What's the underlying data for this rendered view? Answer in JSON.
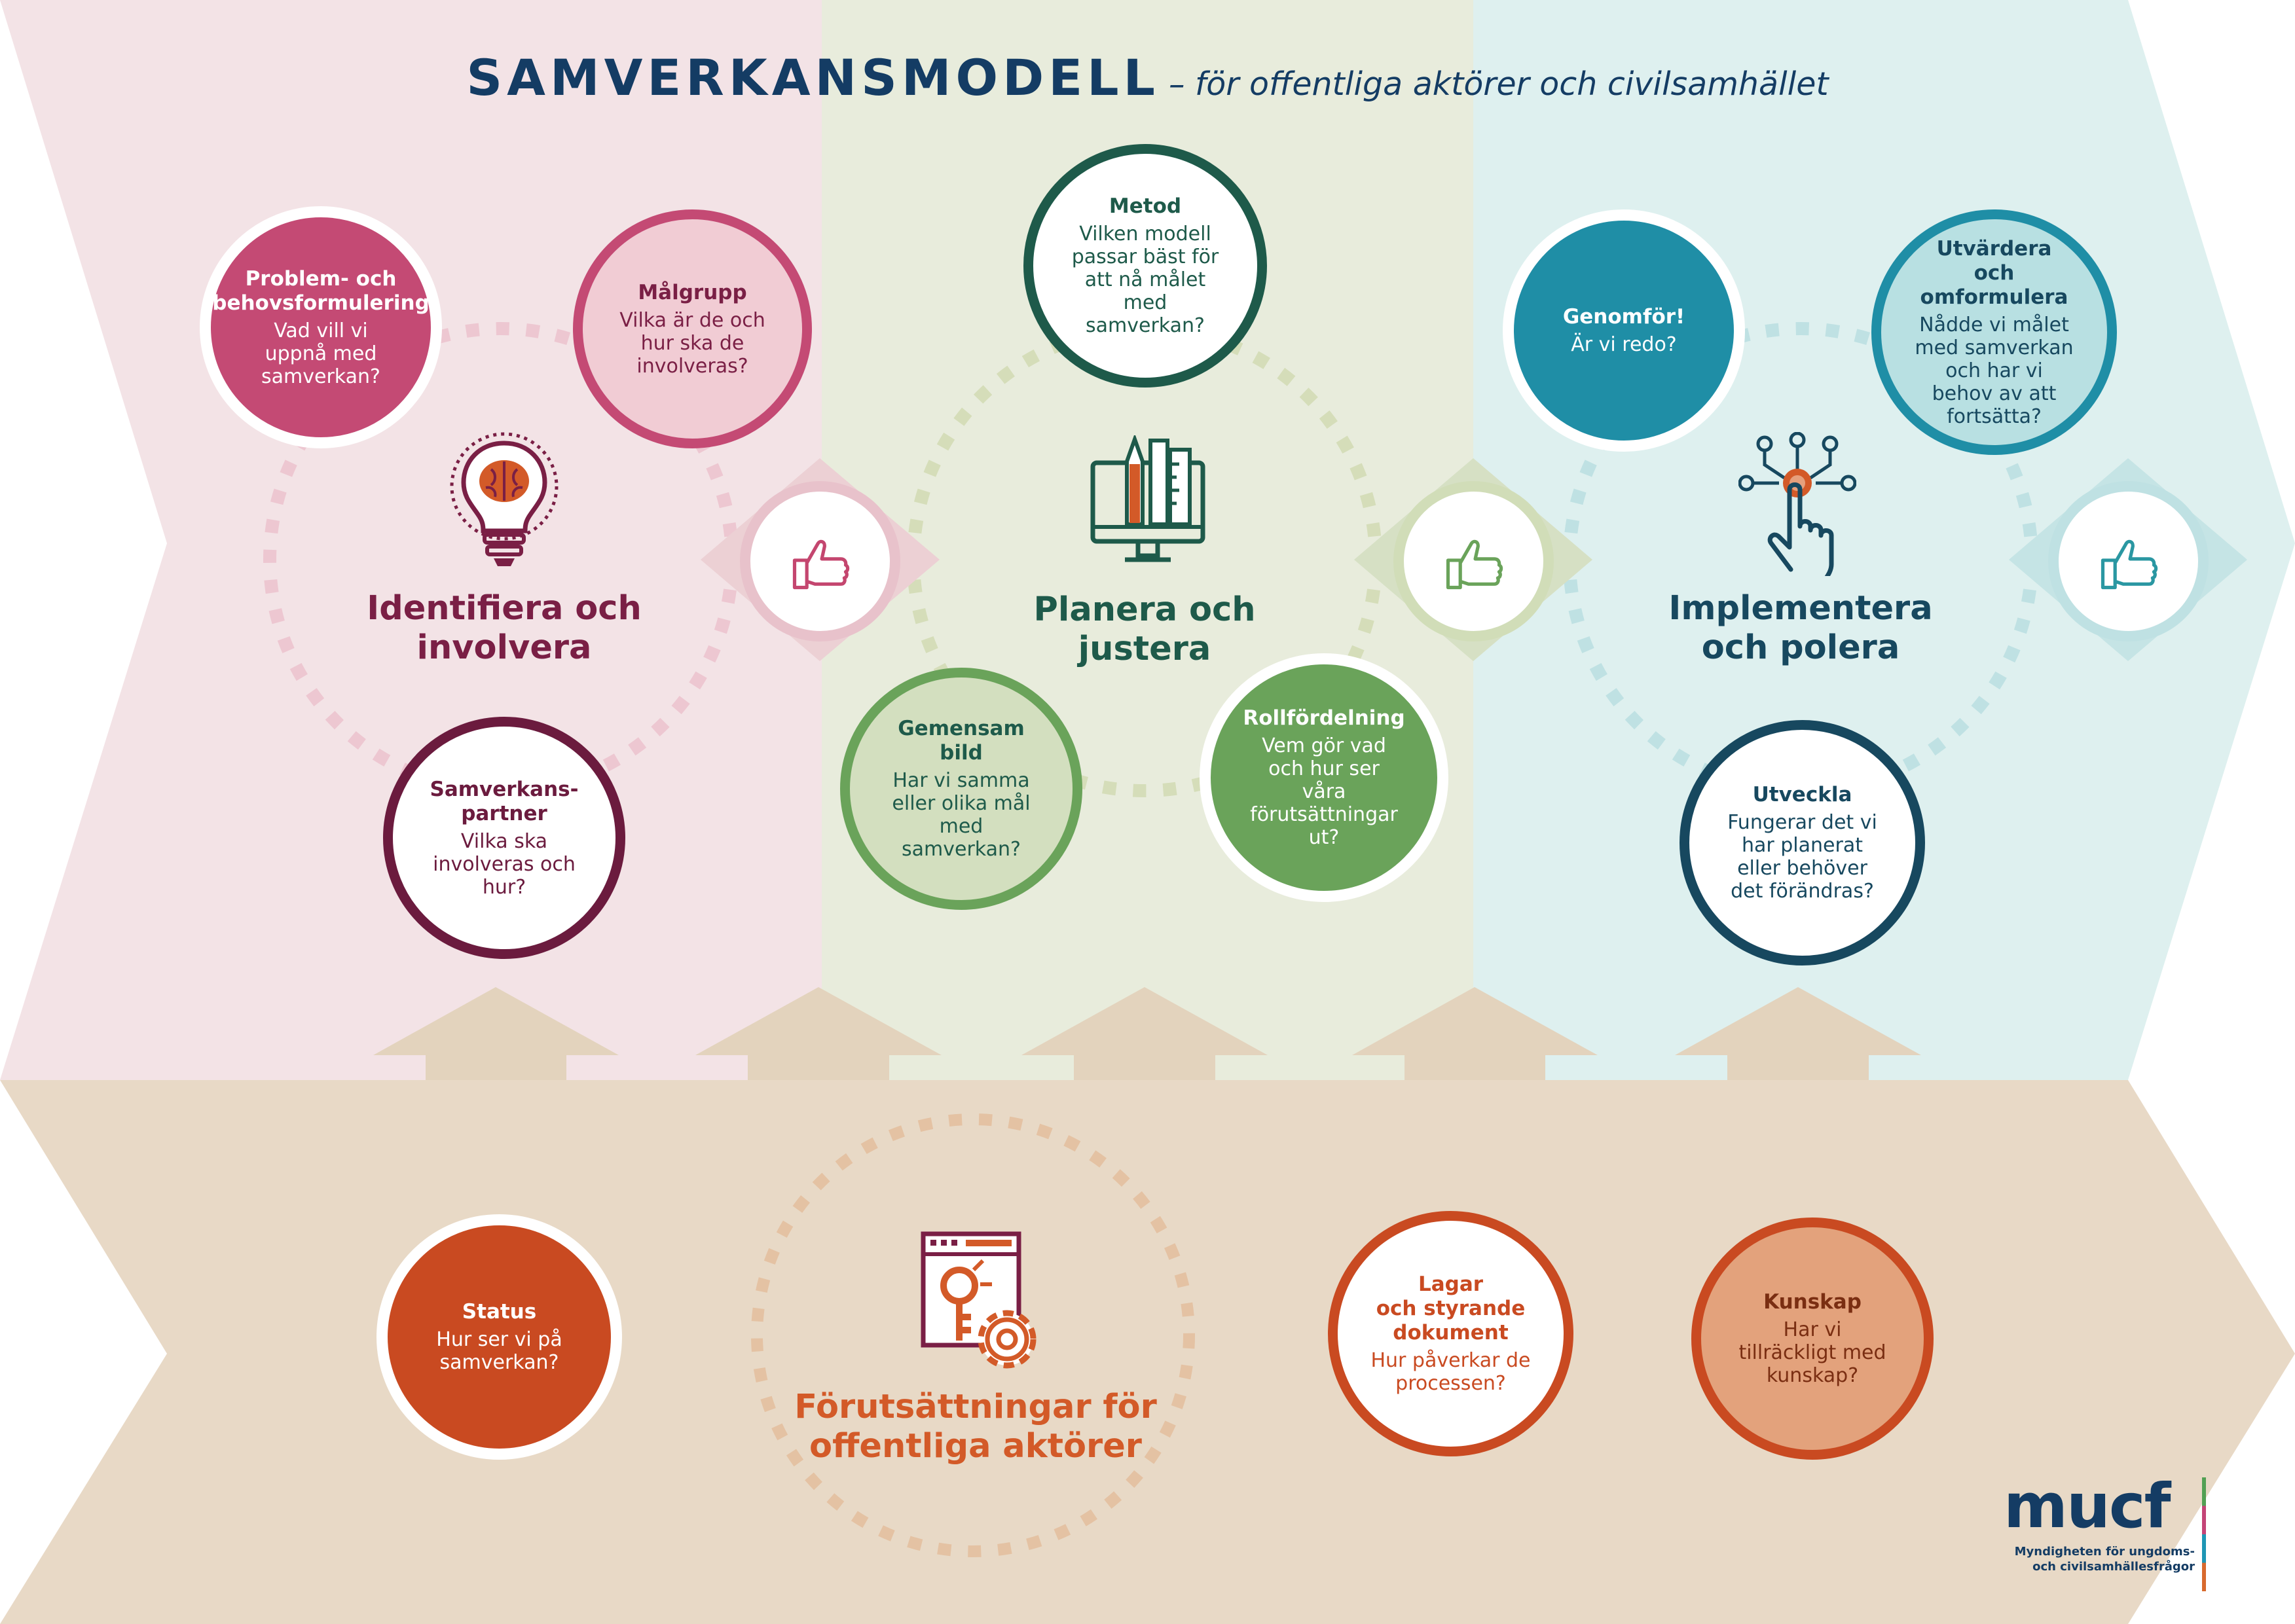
{
  "title": {
    "main": "SAMVERKANSMODELL",
    "sub": "– för offentliga aktörer och civilsamhället"
  },
  "colors": {
    "pink_bg": "#f3e3e6",
    "green_bg": "#e8ecdc",
    "teal_bg": "#def0ef",
    "beige_bg": "#e8d9c6",
    "arrow_up": "#e3d3bd",
    "navy": "#143c64",
    "plum": "#7a1f45",
    "dark_green": "#1e5a4a",
    "teal_dark": "#17485f",
    "orange": "#d35a28"
  },
  "phases": {
    "identify": "Identifiera och\ninvolvera",
    "plan": "Planera och\njustera",
    "implement": "Implementera\noch polera",
    "prereq": "Förutsättningar för\noffentliga aktörer"
  },
  "circles": {
    "problem": {
      "heading": "Problem- och behovsformulering",
      "question": "Vad vill vi uppnå med samverkan?"
    },
    "malgrupp": {
      "heading": "Målgrupp",
      "question": "Vilka är de och hur ska de involveras?"
    },
    "partner": {
      "heading": "Samverkans-\npartner",
      "question": "Vilka ska involveras och hur?"
    },
    "metod": {
      "heading": "Metod",
      "question": "Vilken modell passar bäst för att nå målet med samverkan?"
    },
    "gemensam": {
      "heading": "Gemensam\nbild",
      "question": "Har vi samma eller olika mål med samverkan?"
    },
    "roll": {
      "heading": "Rollfördelning",
      "question": "Vem gör vad och hur ser våra förutsättningar ut?"
    },
    "genomfor": {
      "heading": "Genomför!",
      "question": "Är vi redo?"
    },
    "utvardera": {
      "heading": "Utvärdera\noch omformulera",
      "question": "Nådde vi målet med samverkan och har vi behov av att fortsätta?"
    },
    "utveckla": {
      "heading": "Utveckla",
      "question": "Fungerar det vi har planerat eller behöver det förändras?"
    },
    "status": {
      "heading": "Status",
      "question": "Hur ser vi på samverkan?"
    },
    "lagar": {
      "heading": "Lagar\noch styrande dokument",
      "question": "Hur påverkar de processen?"
    },
    "kunskap": {
      "heading": "Kunskap",
      "question": "Har vi tillräckligt med kunskap?"
    }
  },
  "icons": {
    "identify": "lightbulb-brain-icon",
    "plan": "monitor-pencil-ruler-icon",
    "implement": "hand-touch-circuit-icon",
    "prereq": "browser-key-gear-icon",
    "thumb": "thumbs-up-icon"
  },
  "logo": {
    "word": "mucf",
    "tagline_1": "Myndigheten för ungdoms-",
    "tagline_2": "och civilsamhällesfrågor"
  }
}
